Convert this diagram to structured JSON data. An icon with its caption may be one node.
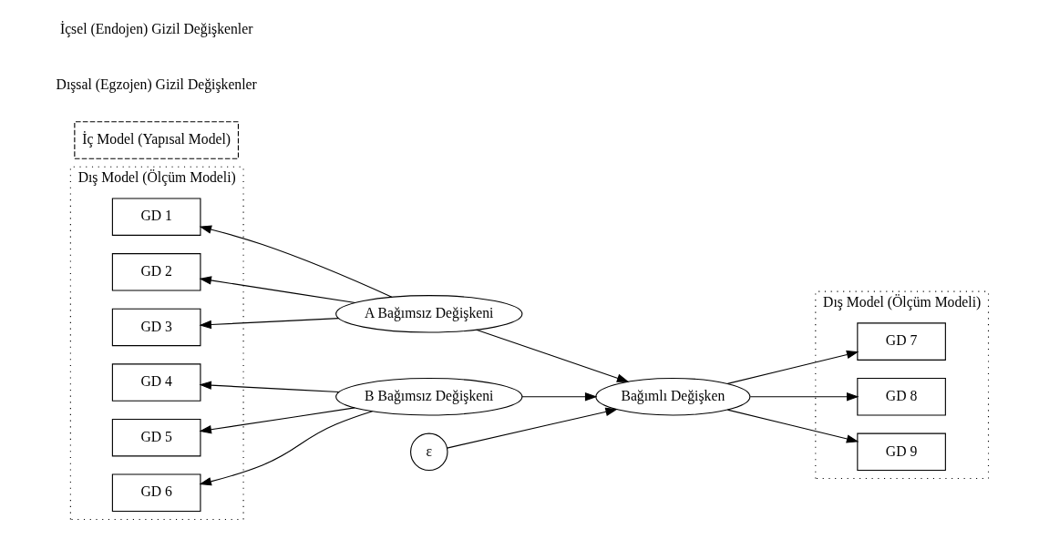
{
  "diagram": {
    "nodes": [
      {
        "text": [
          "Dış Model (Ölçüm Modeli)"
        ]
      },
      {
        "text": [
          "GD 1"
        ],
        "in": 0
      },
      {
        "text": [
          "GD 2"
        ],
        "in": 0
      },
      {
        "text": [
          "GD 3"
        ],
        "in": 0
      },
      {
        "text": [
          "GD 4"
        ],
        "in": 0
      },
      {
        "text": [
          "GD 5"
        ],
        "in": 0
      },
      {
        "text": [
          "GD 6"
        ],
        "in": 0
      },
      {
        "text": [
          "İç Model (Yapısal Model)"
        ]
      },
      {
        "text": [
          "A Bağımsız Değişkeni"
        ]
      },
      {
        "text": [
          "B Bağımsız Değişkeni"
        ]
      },
      {
        "text": [
          "Dış Model (Ölçüm Modeli)"
        ]
      },
      {
        "text": [
          "Bağımlı Değişken"
        ]
      },
      {
        "text": [
          "ε"
        ]
      },
      {
        "text": [
          "GD 7"
        ],
        "in": 10
      },
      {
        "text": [
          "GD 8"
        ],
        "in": 10
      },
      {
        "text": [
          "GD 9"
        ],
        "in": 10
      }
    ],
    "edges": [
      {
        "from": 8,
        "to": 1,
        "arrow": "to"
      },
      {
        "from": 8,
        "to": 2,
        "arrow": "to"
      },
      {
        "from": 8,
        "to": 3,
        "arrow": "to"
      },
      {
        "from": 9,
        "to": 4,
        "arrow": "to"
      },
      {
        "from": 9,
        "to": 5,
        "arrow": "to"
      },
      {
        "from": 9,
        "to": 6,
        "arrow": "to"
      },
      {
        "from": 8,
        "to": 11,
        "arrow": "to"
      },
      {
        "from": 9,
        "to": 11,
        "arrow": "to"
      },
      {
        "from": 12,
        "to": 11,
        "arrow": "to"
      },
      {
        "from": 11,
        "to": 13,
        "arrow": "to"
      },
      {
        "from": 11,
        "to": 14,
        "arrow": "to"
      },
      {
        "from": 11,
        "to": 15,
        "arrow": "to"
      }
    ],
    "labels": [
      "Dışsal (Egzojen) Gizil Değişkenler",
      "İçsel (Endojen) Gizil Değişkenler"
    ]
  }
}
